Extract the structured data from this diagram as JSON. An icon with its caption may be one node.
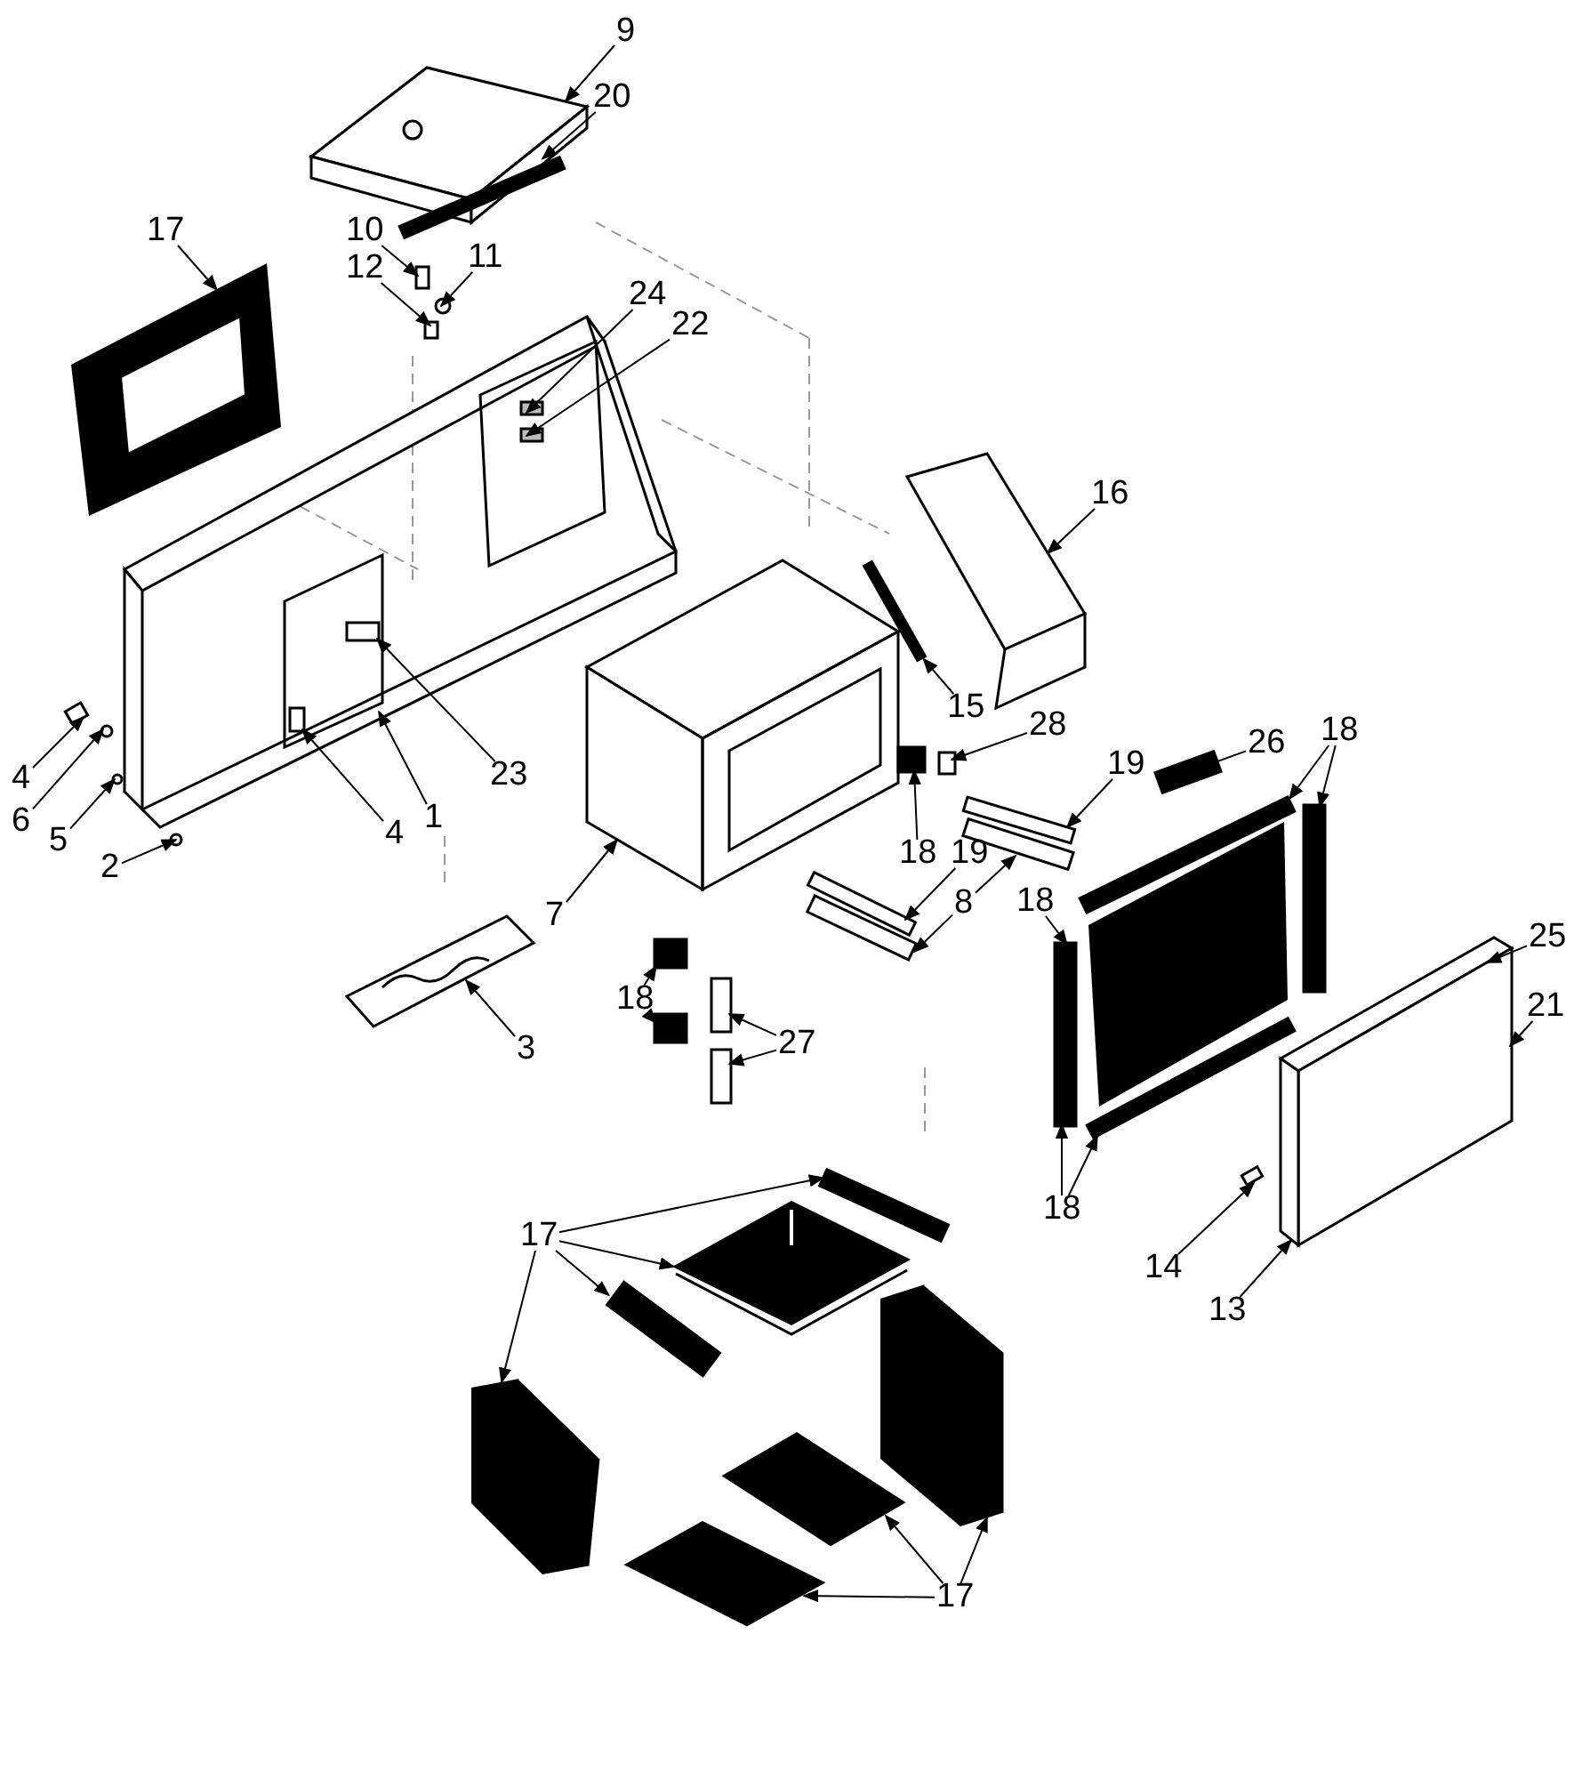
{
  "diagram": {
    "nodes": [
      {
        "text": [
          "9"
        ]
      },
      {
        "text": [
          "20"
        ]
      },
      {
        "text": [
          "17"
        ]
      },
      {
        "text": [
          "10"
        ]
      },
      {
        "text": [
          "12"
        ]
      },
      {
        "text": [
          "11"
        ]
      },
      {
        "text": [
          "24"
        ]
      },
      {
        "text": [
          "22"
        ]
      },
      {
        "text": [
          "16"
        ]
      },
      {
        "text": [
          "23"
        ]
      },
      {
        "text": [
          "1"
        ]
      },
      {
        "text": [
          "4"
        ]
      },
      {
        "text": [
          "4"
        ]
      },
      {
        "text": [
          "6"
        ]
      },
      {
        "text": [
          "5"
        ]
      },
      {
        "text": [
          "2"
        ]
      },
      {
        "text": [
          "15"
        ]
      },
      {
        "text": [
          "28"
        ]
      },
      {
        "text": [
          "19"
        ]
      },
      {
        "text": [
          "26"
        ]
      },
      {
        "text": [
          "18"
        ]
      },
      {
        "text": [
          "18"
        ]
      },
      {
        "text": [
          "19"
        ]
      },
      {
        "text": [
          "8"
        ]
      },
      {
        "text": [
          "7"
        ]
      },
      {
        "text": [
          "18"
        ]
      },
      {
        "text": [
          "25"
        ]
      },
      {
        "text": [
          "21"
        ]
      },
      {
        "text": [
          "18"
        ]
      },
      {
        "text": [
          "27"
        ]
      },
      {
        "text": [
          "3"
        ]
      },
      {
        "text": [
          "18"
        ]
      },
      {
        "text": [
          "14"
        ]
      },
      {
        "text": [
          "13"
        ]
      },
      {
        "text": [
          "17"
        ]
      },
      {
        "text": [
          "17"
        ]
      },
      {
        "text": [],
        "shape": "picture"
      },
      {
        "text": [],
        "shape": "bar"
      },
      {
        "text": [],
        "shape": "picture"
      },
      {
        "text": [],
        "shape": "box"
      },
      {
        "text": [],
        "shape": "box"
      },
      {
        "text": [],
        "shape": "circle"
      },
      {
        "text": [],
        "shape": "box"
      },
      {
        "text": [],
        "shape": "box"
      },
      {
        "text": [],
        "shape": "picture"
      },
      {
        "text": [],
        "shape": "box"
      },
      {
        "text": [],
        "shape": "picture"
      },
      {
        "text": [],
        "shape": "box"
      },
      {
        "text": [],
        "shape": "box"
      },
      {
        "text": [],
        "shape": "circle"
      },
      {
        "text": [],
        "shape": "circle"
      },
      {
        "text": [],
        "shape": "circle"
      },
      {
        "text": [],
        "shape": "bar"
      },
      {
        "text": [],
        "shape": "box"
      },
      {
        "text": [],
        "shape": "bar"
      },
      {
        "text": [],
        "shape": "bar"
      },
      {
        "text": [],
        "shape": "bar"
      },
      {
        "text": [],
        "shape": "bar"
      },
      {
        "text": [],
        "shape": "box"
      },
      {
        "text": [],
        "shape": "bar"
      },
      {
        "text": [],
        "shape": "bar"
      },
      {
        "text": [],
        "shape": "bar"
      },
      {
        "text": [],
        "shape": "picture"
      },
      {
        "text": [],
        "shape": "bar"
      },
      {
        "text": [],
        "shape": "picture"
      },
      {
        "text": [],
        "shape": "box"
      },
      {
        "text": [],
        "shape": "box"
      },
      {
        "text": [],
        "shape": "box"
      },
      {
        "text": [],
        "shape": "box"
      },
      {
        "text": [],
        "shape": "picture"
      },
      {
        "text": [],
        "shape": "bar"
      },
      {
        "text": [],
        "shape": "box"
      },
      {
        "text": [],
        "shape": "bar"
      },
      {
        "text": [],
        "shape": "picture"
      },
      {
        "text": [],
        "shape": "bar"
      },
      {
        "text": [],
        "shape": "picture"
      },
      {
        "text": [],
        "shape": "picture"
      },
      {
        "text": [],
        "shape": "picture"
      },
      {
        "text": [],
        "shape": "picture"
      }
    ],
    "edges": [
      {
        "from": 0,
        "to": 36,
        "arrow": "to"
      },
      {
        "from": 1,
        "to": 37,
        "arrow": "to"
      },
      {
        "from": 2,
        "to": 38,
        "arrow": "to"
      },
      {
        "from": 3,
        "to": 39,
        "arrow": "to"
      },
      {
        "from": 4,
        "to": 40,
        "arrow": "to"
      },
      {
        "from": 5,
        "to": 41,
        "arrow": "to"
      },
      {
        "from": 6,
        "to": 42,
        "arrow": "to"
      },
      {
        "from": 7,
        "to": 43,
        "arrow": "to"
      },
      {
        "from": 8,
        "to": 44,
        "arrow": "to"
      },
      {
        "from": 9,
        "to": 45,
        "arrow": "to"
      },
      {
        "from": 10,
        "to": 46,
        "arrow": "to"
      },
      {
        "from": 11,
        "to": 47,
        "arrow": "to"
      },
      {
        "from": 12,
        "to": 48,
        "arrow": "to"
      },
      {
        "from": 13,
        "to": 49,
        "arrow": "to"
      },
      {
        "from": 14,
        "to": 50,
        "arrow": "to"
      },
      {
        "from": 15,
        "to": 51,
        "arrow": "to"
      },
      {
        "from": 16,
        "to": 52,
        "arrow": "to"
      },
      {
        "from": 17,
        "to": 53,
        "arrow": "to"
      },
      {
        "from": 18,
        "to": 54,
        "arrow": "to"
      },
      {
        "from": 19,
        "to": 55,
        "arrow": "to"
      },
      {
        "from": 20,
        "to": 56,
        "arrow": "to"
      },
      {
        "from": 20,
        "to": 57,
        "arrow": "to"
      },
      {
        "from": 21,
        "to": 58,
        "arrow": "to"
      },
      {
        "from": 22,
        "to": 59,
        "arrow": "to"
      },
      {
        "from": 23,
        "to": 60,
        "arrow": "to"
      },
      {
        "from": 23,
        "to": 61,
        "arrow": "to"
      },
      {
        "from": 24,
        "to": 62,
        "arrow": "to"
      },
      {
        "from": 25,
        "to": 63,
        "arrow": "to"
      },
      {
        "from": 26,
        "to": 64,
        "arrow": "to"
      },
      {
        "from": 27,
        "to": 64,
        "arrow": "to"
      },
      {
        "from": 28,
        "to": 65,
        "arrow": "to"
      },
      {
        "from": 28,
        "to": 66,
        "arrow": "to"
      },
      {
        "from": 29,
        "to": 67,
        "arrow": "to"
      },
      {
        "from": 29,
        "to": 68,
        "arrow": "to"
      },
      {
        "from": 30,
        "to": 69,
        "arrow": "to"
      },
      {
        "from": 31,
        "to": 63,
        "arrow": "to"
      },
      {
        "from": 31,
        "to": 70,
        "arrow": "to"
      },
      {
        "from": 32,
        "to": 71,
        "arrow": "to"
      },
      {
        "from": 33,
        "to": 64,
        "arrow": "to"
      },
      {
        "from": 34,
        "to": 72,
        "arrow": "to"
      },
      {
        "from": 34,
        "to": 73,
        "arrow": "to"
      },
      {
        "from": 34,
        "to": 74,
        "arrow": "to"
      },
      {
        "from": 34,
        "to": 75,
        "arrow": "to"
      },
      {
        "from": 35,
        "to": 76,
        "arrow": "to"
      },
      {
        "from": 35,
        "to": 77,
        "arrow": "to"
      },
      {
        "from": 35,
        "to": 78,
        "arrow": "to"
      }
    ]
  }
}
